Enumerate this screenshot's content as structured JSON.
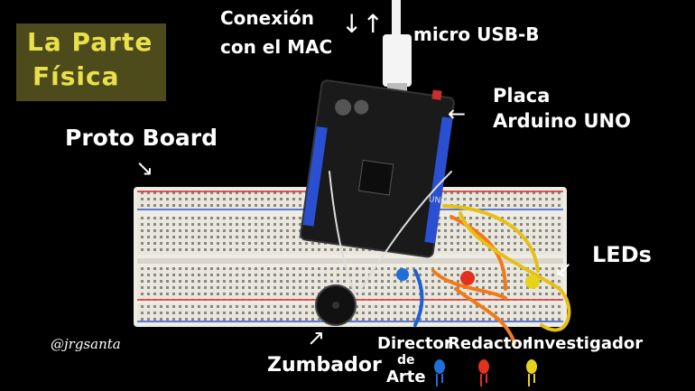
{
  "title": {
    "line1": "La Parte",
    "line2": "Física",
    "bg_color": "#4d4a1c",
    "text_color": "#e8e14a"
  },
  "labels": {
    "connection_line1": "Conexión",
    "connection_line2": "con el MAC",
    "usb": "micro USB-B",
    "arduino_line1": "Placa",
    "arduino_line2": "Arduino UNO",
    "protoboard": "Proto Board",
    "leds": "LEDs",
    "buzzer": "Zumbador",
    "director_line1": "Director",
    "director_line2": "de",
    "director_line3": "Arte",
    "redactor": "Redactor",
    "investigador": "Investigador"
  },
  "credit": "@jrgsanta",
  "colors": {
    "background": "#000000",
    "led_blue": "#1f6fd6",
    "led_red": "#e0321e",
    "led_yellow": "#e6d21a",
    "arduino_board": "#1a1a1a",
    "arduino_header": "#2a4fd0"
  }
}
